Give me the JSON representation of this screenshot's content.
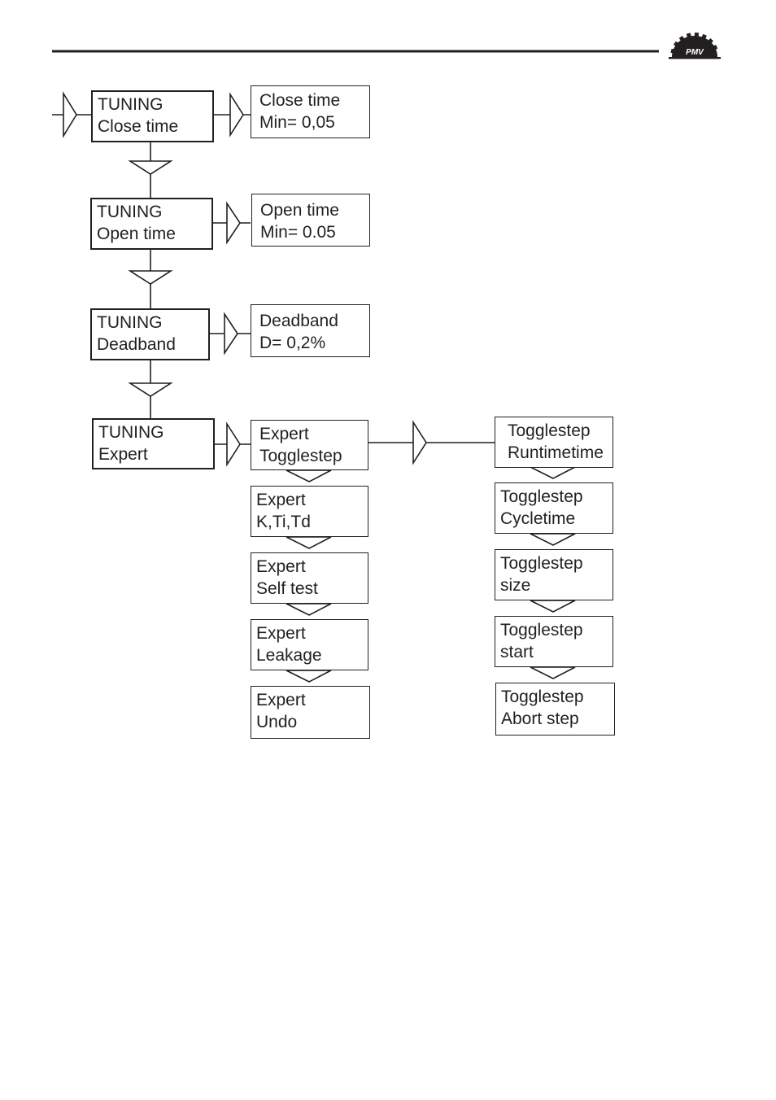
{
  "logo": {
    "text": "PMV"
  },
  "menu": [
    {
      "line1": "TUNING",
      "line2": "Close time"
    },
    {
      "line1": "TUNING",
      "line2": "Open time"
    },
    {
      "line1": "TUNING",
      "line2": "Deadband"
    },
    {
      "line1": "TUNING",
      "line2": "Expert"
    }
  ],
  "values": [
    {
      "line1": "Close time",
      "line2": "Min= 0,05"
    },
    {
      "line1": "Open time",
      "line2": "Min= 0.05"
    },
    {
      "line1": "Deadband",
      "line2": "D=   0,2%"
    }
  ],
  "expert": [
    {
      "line1": "Expert",
      "line2": "Togglestep"
    },
    {
      "line1": "Expert",
      "line2": "K,Ti,Td"
    },
    {
      "line1": "Expert",
      "line2": "Self test"
    },
    {
      "line1": "Expert",
      "line2": "Leakage"
    },
    {
      "line1": "Expert",
      "line2": "Undo"
    }
  ],
  "togglestep": [
    {
      "line1": "Togglestep",
      "line2": "Runtimetime"
    },
    {
      "line1": "Togglestep",
      "line2": "Cycletime"
    },
    {
      "line1": "Togglestep",
      "line2": "size"
    },
    {
      "line1": "Togglestep",
      "line2": "start"
    },
    {
      "line1": "Togglestep",
      "line2": "Abort step"
    }
  ]
}
